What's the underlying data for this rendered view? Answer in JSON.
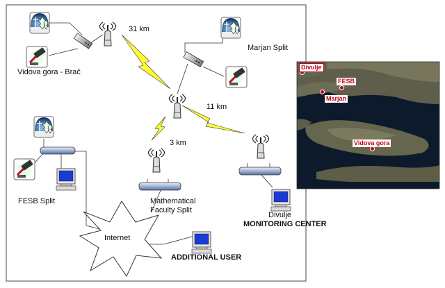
{
  "sites": {
    "vidova_gora": "Vidova gora - Brač",
    "marjan": "Marjan Split",
    "fesb": "FESB Split",
    "math_faculty": "Mathematical\nFaculty Split",
    "divulje": "Divulje",
    "monitoring_center": "MONITORING CENTER",
    "internet": "Internet",
    "additional_user": "ADDITIONAL USER"
  },
  "links": {
    "vidova_to_hub": "31 km",
    "hub_to_divulje": "11 km",
    "hub_to_math": "3 km"
  },
  "map": {
    "labels": {
      "divulje": "Divulje",
      "fesb": "FESB",
      "marjan": "Marjan",
      "vidova_gora": "Vidova gora"
    }
  },
  "colors": {
    "lightning": "#ffff33",
    "monitor_screen": "#1a3ad6",
    "map_marker": "#c0001a",
    "sea": "#0d1a2c",
    "land": "#6b6a52"
  }
}
